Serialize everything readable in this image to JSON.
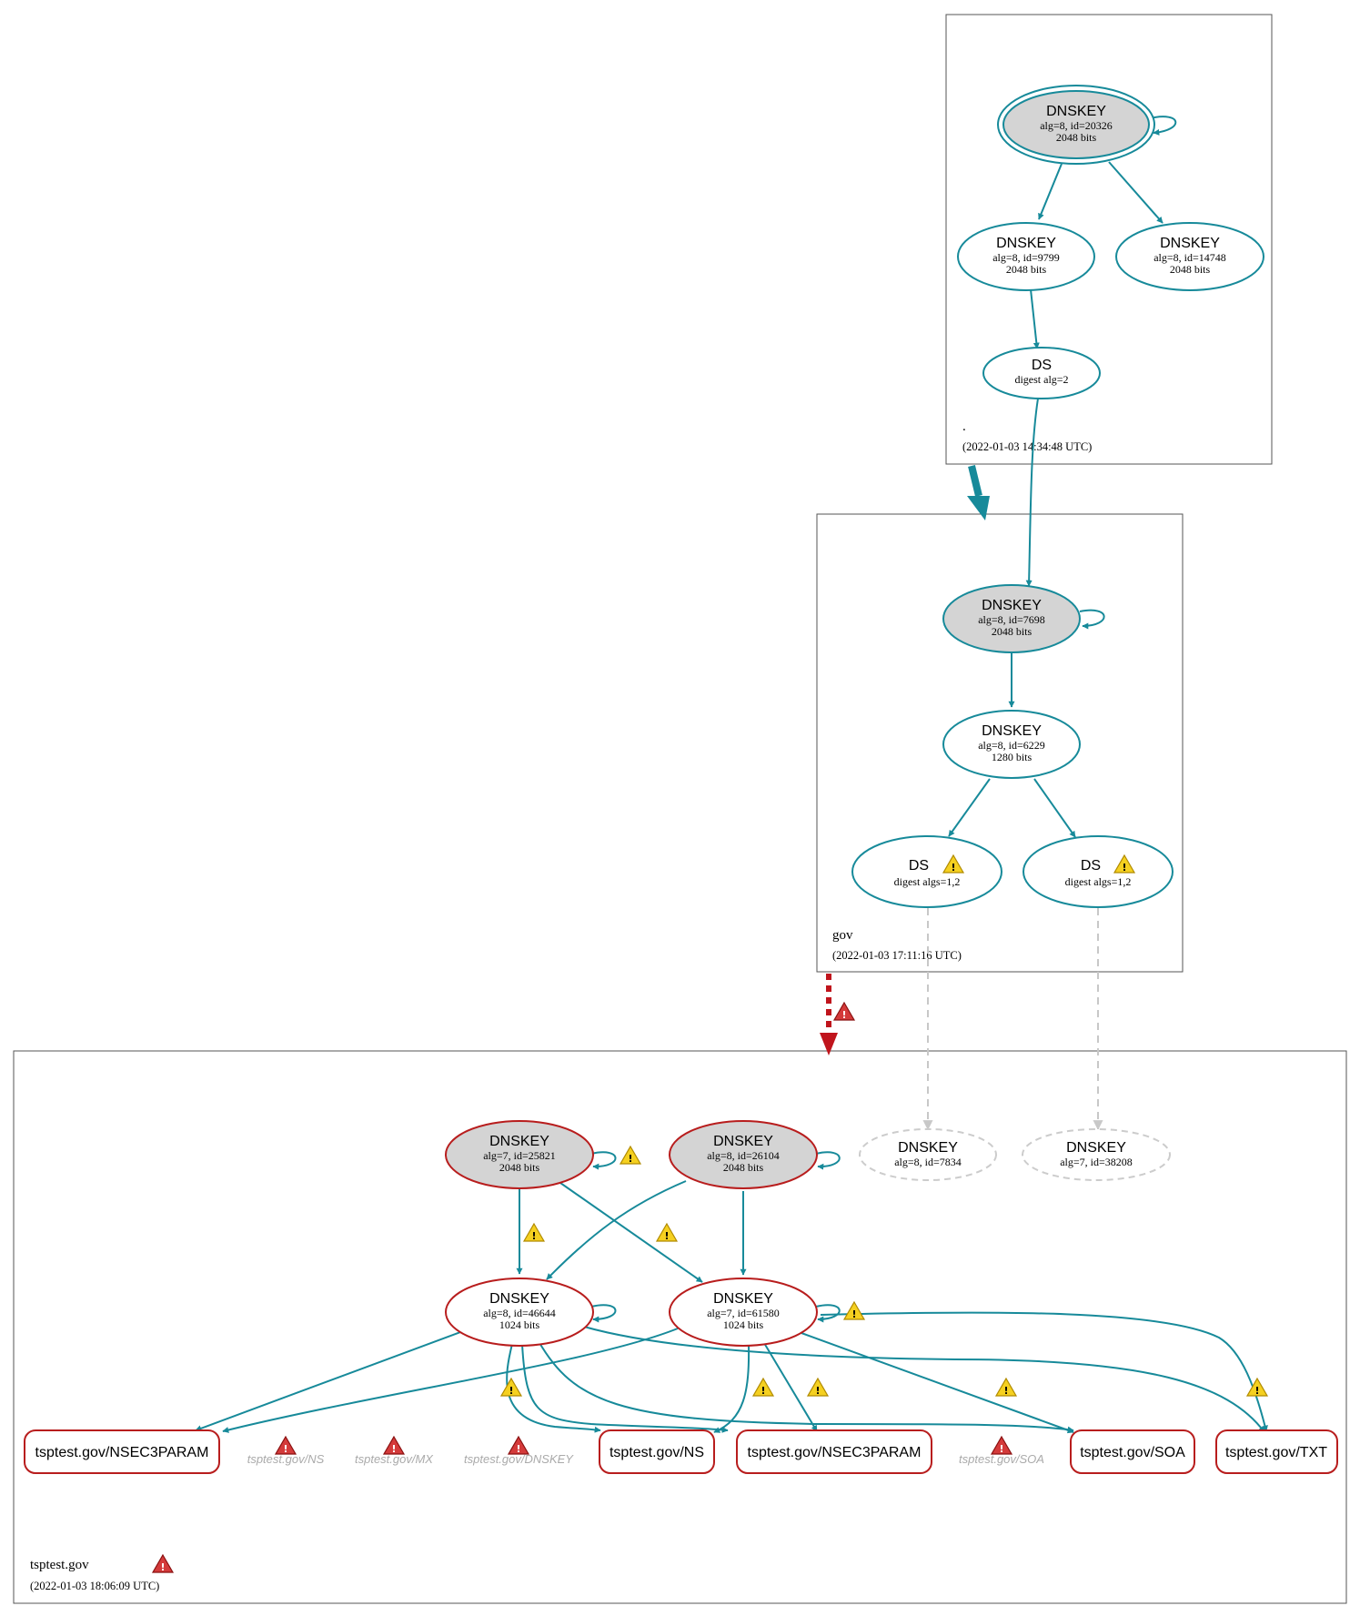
{
  "zones": {
    "root": {
      "name": ".",
      "date": "(2022-01-03 14:34:48 UTC)"
    },
    "gov": {
      "name": "gov",
      "date": "(2022-01-03 17:11:16 UTC)"
    },
    "tsptest": {
      "name": "tsptest.gov",
      "date": "(2022-01-03 18:06:09 UTC)"
    }
  },
  "nodes": {
    "root_ksk": {
      "title": "DNSKEY",
      "line1": "alg=8, id=20326",
      "line2": "2048 bits"
    },
    "root_zsk1": {
      "title": "DNSKEY",
      "line1": "alg=8, id=9799",
      "line2": "2048 bits"
    },
    "root_zsk2": {
      "title": "DNSKEY",
      "line1": "alg=8, id=14748",
      "line2": "2048 bits"
    },
    "root_ds": {
      "title": "DS",
      "line1": "digest alg=2"
    },
    "gov_ksk": {
      "title": "DNSKEY",
      "line1": "alg=8, id=7698",
      "line2": "2048 bits"
    },
    "gov_zsk": {
      "title": "DNSKEY",
      "line1": "alg=8, id=6229",
      "line2": "1280 bits"
    },
    "gov_ds1": {
      "title": "DS",
      "line1": "digest algs=1,2"
    },
    "gov_ds2": {
      "title": "DS",
      "line1": "digest algs=1,2"
    },
    "t_ksk1": {
      "title": "DNSKEY",
      "line1": "alg=7, id=25821",
      "line2": "2048 bits"
    },
    "t_ksk2": {
      "title": "DNSKEY",
      "line1": "alg=8, id=26104",
      "line2": "2048 bits"
    },
    "t_miss1": {
      "title": "DNSKEY",
      "line1": "alg=8, id=7834"
    },
    "t_miss2": {
      "title": "DNSKEY",
      "line1": "alg=7, id=38208"
    },
    "t_zsk1": {
      "title": "DNSKEY",
      "line1": "alg=8, id=46644",
      "line2": "1024 bits"
    },
    "t_zsk2": {
      "title": "DNSKEY",
      "line1": "alg=7, id=61580",
      "line2": "1024 bits"
    }
  },
  "rrsets": {
    "nsec3param_left": "tsptest.gov/NSEC3PARAM",
    "ns": "tsptest.gov/NS",
    "nsec3param_mid": "tsptest.gov/NSEC3PARAM",
    "soa": "tsptest.gov/SOA",
    "txt": "tsptest.gov/TXT"
  },
  "ghosts": {
    "ns": "tsptest.gov/NS",
    "mx": "tsptest.gov/MX",
    "dnskey": "tsptest.gov/DNSKEY",
    "soa": "tsptest.gov/SOA"
  },
  "colors": {
    "secure_edge": "#178a9a",
    "bogus_border": "#b81d1d",
    "insecure_dash": "#c8c8c8",
    "warning": "#f5d020",
    "error": "#d43a3a"
  },
  "icons": [
    "warning-icon",
    "error-icon"
  ]
}
